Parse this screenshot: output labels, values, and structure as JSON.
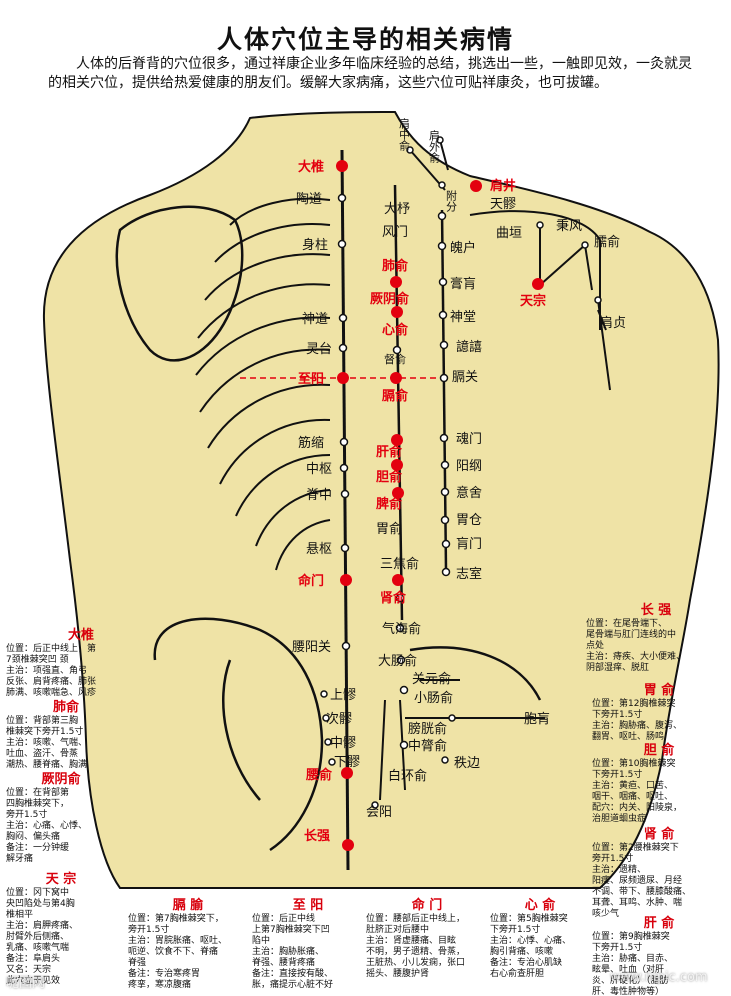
{
  "title": "人体穴位主导的相关病情",
  "intro": "人体的后脊背的穴位很多，通过祥康企业多年临床经验的总结，挑选出一些，一触即见效，一灸就灵的相关穴位，提供给热爱健康的朋友们。缓解大家病痛，这些穴位可贴祥康灸，也可拔罐。",
  "colors": {
    "skin": "#efe3a6",
    "red": "#e3000f",
    "line": "#111111"
  },
  "points": {
    "jianzhongshu": "肩中俞",
    "jianwaishu": "肩外俞",
    "dazhui": "大椎",
    "jianjing": "肩井",
    "taodao": "陶道",
    "dazhu": "大杼",
    "fufen": "附分",
    "tianliao": "天髎",
    "bingfeng": "秉风",
    "quyuan": "曲垣",
    "naoshu": "臑俞",
    "fengmen": "风门",
    "shenzhu": "身柱",
    "pohu": "魄户",
    "feishu": "肺俞",
    "gaohuang": "膏肓",
    "tianzong": "天宗",
    "jueyinshu": "厥阴俞",
    "jianzhen": "肩贞",
    "shendao": "神道",
    "shentang": "神堂",
    "xinshu": "心俞",
    "yixi": "譩譆",
    "lingtai": "灵台",
    "dushu": "督俞",
    "zhiyang": "至阳",
    "geguan": "膈关",
    "geshu": "膈俞",
    "jinsuo": "筋缩",
    "hunmen": "魂门",
    "ganshu": "肝俞",
    "zhongshu": "中枢",
    "yanggang": "阳纲",
    "danshu": "胆俞",
    "jizhong": "脊中",
    "yishe": "意舍",
    "pishu": "脾俞",
    "weishu": "胃俞",
    "weicang": "胃仓",
    "huangmen": "肓门",
    "xuanshu": "悬枢",
    "sanjiaoshu": "三焦俞",
    "mingmen": "命门",
    "zhishi": "志室",
    "shenshu": "肾俞",
    "qihaishu": "气海俞",
    "yaoyangguan": "腰阳关",
    "dachangshu": "大肠俞",
    "guanyuanshu": "关元俞",
    "shangliao": "上髎",
    "xiaochangshu": "小肠俞",
    "baohuang": "胞肓",
    "ciliao": "次髎",
    "pangguangshu": "膀胱俞",
    "zhongliao": "中髎",
    "zhonglvshu": "中膂俞",
    "xialiao": "下髎",
    "zhibian": "秩边",
    "yaoshu": "腰俞",
    "baihuanshu": "白环俞",
    "changqiang": "长强",
    "huiyang": "会阳"
  },
  "notes": {
    "dazhui": {
      "title": "大椎",
      "body": "位置：后正中线上，第\n7颈椎棘突凹 颈\n主治：项强直、角弓\n反张、肩背疼痛、肺张\n肺满、咳嗽喘急、风疹"
    },
    "feishu": {
      "title": "肺俞",
      "body": "位置：背部第三胸\n椎棘突下旁开1.5寸\n主治：咳嗽、气喘、\n吐血、盗汗、骨蒸\n潮热、腰脊痛、胸满"
    },
    "jueyinshu": {
      "title": "厥阴俞",
      "body": "位置：在背部第\n四胸椎棘突下，\n旁开1.5寸\n主治：心痛、心悸、\n胸闷、偏头痛\n备注：一分钟缓\n解牙痛"
    },
    "tianzong": {
      "title": "天 宗",
      "body": "位置：冈下窝中\n央凹陷处与第4胸\n椎相平\n主治：肩胛疼痛、\n肘臂外后侧痛、\n乳痛、咳嗽气喘\n备注：阜肩头\n又名：天宗\n此穴立于见效"
    },
    "geshu": {
      "title": "膈 腧",
      "body": "位置：第7胸椎棘突下，\n旁开1.5寸\n主治：胃脘胀痛、呕吐、\n呃逆、饮食不下、脊痛\n脊强\n备注：专治寒疼胃\n疼挛，寒凉腹痛"
    },
    "zhiyang": {
      "title": "至 阳",
      "body": "位置：后正中线\n上第7胸椎棘突下凹\n陷中\n主治：胸胁胀痛、\n脊强、腰背疼痛\n备注：直接按有酸、\n胀，痛提示心脏不好"
    },
    "mingmen": {
      "title": "命 门",
      "body": "位置：腰部后正中线上，\n肚脐正对后腰中\n主治：肾虚腰痛、目眩\n不明，男子遗精、骨蒸，\n王脏热、小儿发痫，张口\n摇头、腰腹护肾"
    },
    "xinshu": {
      "title": "心 俞",
      "body": "位置：第5胸椎棘突\n下旁开1.5寸\n主治：心悸、心痛、\n胸引背痛、咳嗽\n备注：专治心肌缺\n右心俞查肝胆"
    },
    "changqiang": {
      "title": "长 强",
      "body": "位置：在尾骨端下、\n尾骨端与肛门连线的中\n点处\n主治：痔疾、大小便难、\n阴部湿痒、脱肛"
    },
    "weishu": {
      "title": "胃 俞",
      "body": "位置：第12胸椎棘突\n下旁开1.5寸\n主治：胸胁痛、腹泻、\n翻胃、呕吐、肠鸣"
    },
    "danshu": {
      "title": "胆 俞",
      "body": "位置：第10胸椎棘突\n下旁开1.5寸\n主治：黄疸、口苦、\n咽干、咽痛、呕吐、\n配穴：内关、阳陵泉，\n治胆道蛔虫症"
    },
    "shenshu": {
      "title": "肾 俞",
      "body": "位置：第2腰椎棘突下\n旁开1.5寸\n主治：遗精、\n阳痿、尿频遗尿、月经\n不调、带下、腰膝酸痛、\n耳聋、耳鸣、水肿、喘\n咳少气"
    },
    "ganshu": {
      "title": "肝 俞",
      "body": "位置：第9胸椎棘突\n下旁开1.5寸\n主治：胁痛、目赤、\n眩晕、吐血（对肝\n炎、肝硬化）（脂肪\n肝、毒性肿物等）"
    }
  },
  "watermarks": {
    "left": "呢图网",
    "right": "www.nipic.com"
  }
}
